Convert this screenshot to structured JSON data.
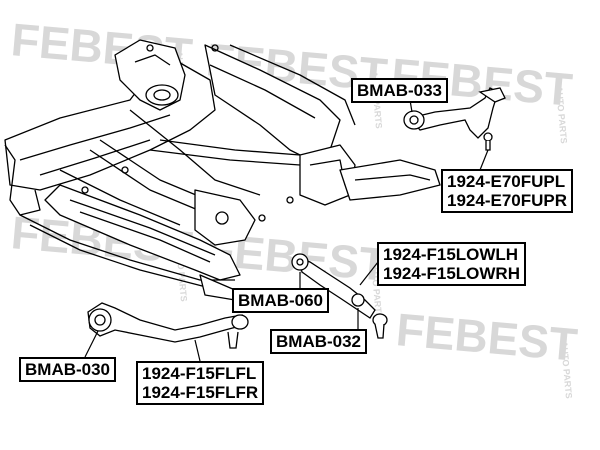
{
  "watermark": {
    "brand": "FEBEST",
    "tagline": "AUTO PARTS",
    "color": "#d8d8d8"
  },
  "labels": {
    "bmab_033": "BMAB-033",
    "e70_upper": [
      "1924-E70FUPL",
      "1924-E70FUPR"
    ],
    "f15_lower": [
      "1924-F15LOWLH",
      "1924-F15LOWRH"
    ],
    "bmab_060": "BMAB-060",
    "bmab_032": "BMAB-032",
    "bmab_030": "BMAB-030",
    "f15_front": [
      "1924-F15FLFL",
      "1924-F15FLFR"
    ]
  }
}
